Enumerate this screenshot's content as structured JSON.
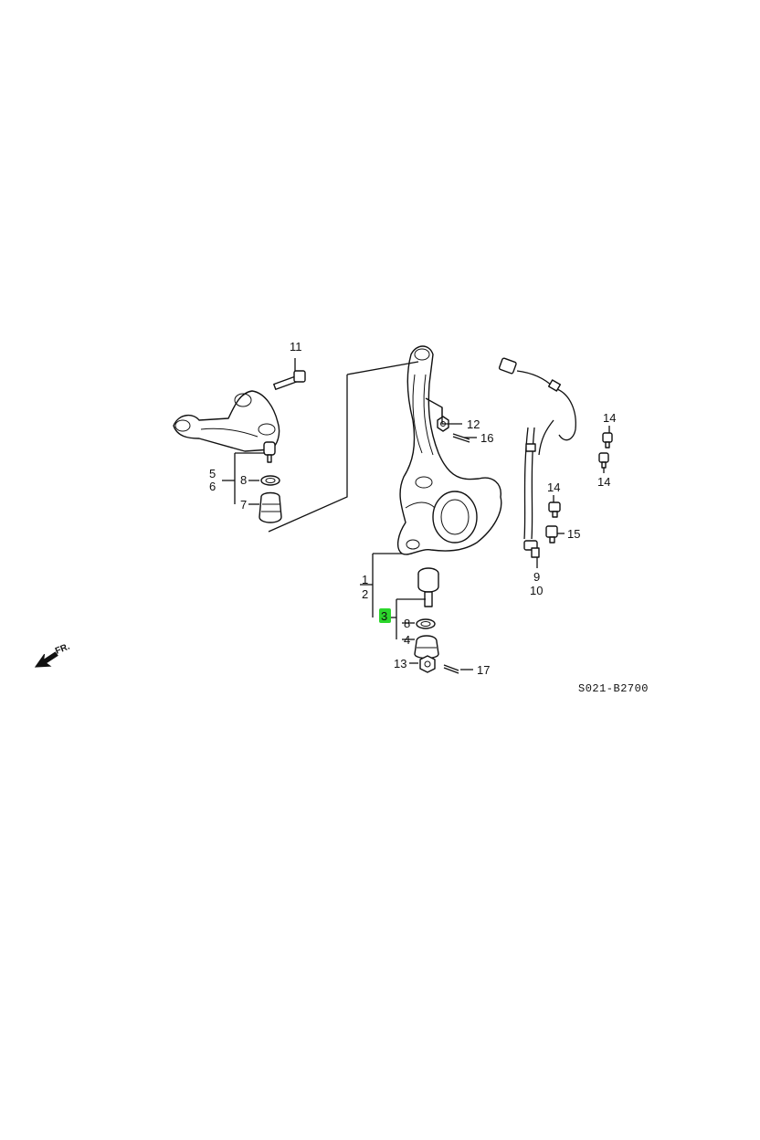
{
  "diagram": {
    "callouts": {
      "c11": "11",
      "c12": "12",
      "c16": "16",
      "c14a": "14",
      "c14b": "14",
      "c14c": "14",
      "c15": "15",
      "c9": "9",
      "c10": "10",
      "c5": "5",
      "c6": "6",
      "c8a": "8",
      "c7": "7",
      "c1": "1",
      "c2": "2",
      "c3": "3",
      "c8b": "8",
      "c4": "4",
      "c13": "13",
      "c17": "17"
    },
    "highlight_color": "#2bd62b",
    "direction_label": "FR.",
    "diagram_code": "S021-B2700"
  }
}
